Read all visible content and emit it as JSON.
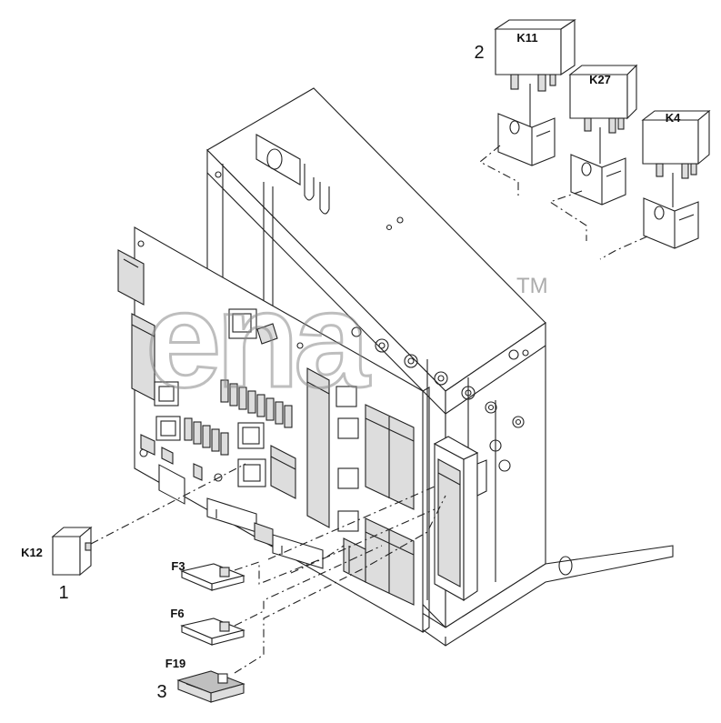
{
  "callouts": {
    "item_1": "1",
    "item_2": "2",
    "item_3": "3"
  },
  "parts": {
    "k11": "K11",
    "k27": "K27",
    "k4": "K4",
    "k12": "K12",
    "f3": "F3",
    "f6": "F6",
    "f19": "F19"
  },
  "watermark": {
    "logo_text": "ena",
    "trademark": "TM"
  },
  "colors": {
    "line": "#222222",
    "background": "#ffffff",
    "watermark": "#8a8a8a"
  }
}
